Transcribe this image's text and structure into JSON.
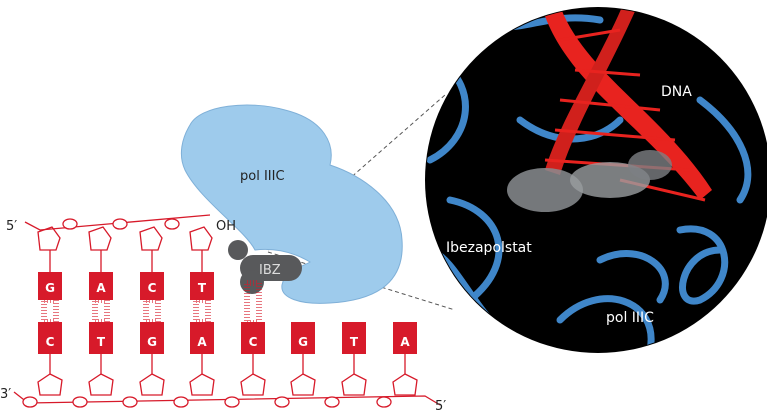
{
  "labels": {
    "five_prime_top": "5′",
    "oh": "OH",
    "three_prime_bottom": "3′",
    "five_prime_bottom": "5′",
    "ibz": "IBZ",
    "pol_blob": "pol IIIC",
    "inset_dna": "DNA",
    "inset_drug": "Ibezapolstat",
    "inset_pol": "pol IIIC"
  },
  "top_strand": [
    "G",
    "A",
    "C",
    "T"
  ],
  "bottom_strand": [
    "C",
    "T",
    "G",
    "A",
    "C",
    "G",
    "T",
    "A"
  ],
  "colors": {
    "dna": "#d71a2a",
    "pol": "#9ecbec",
    "ibz": "#58595b",
    "inset_bg": "#000000",
    "helix": "#e8231f",
    "ribbon": "#3f86c9"
  }
}
